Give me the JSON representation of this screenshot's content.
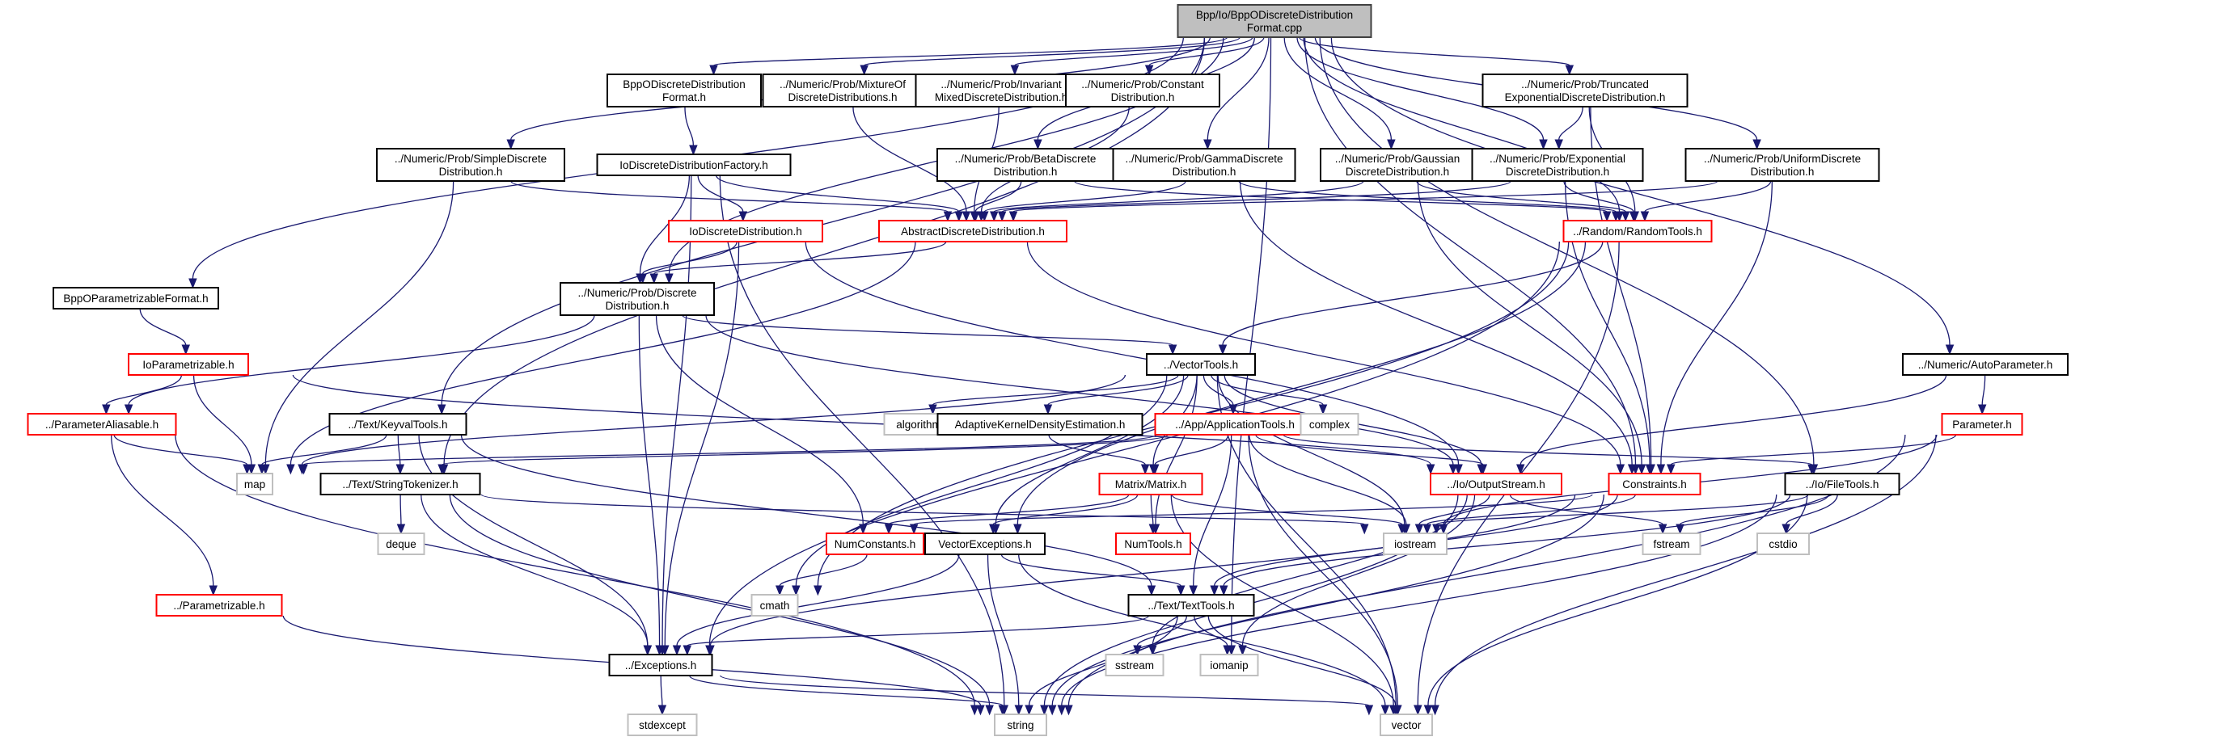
{
  "title": "Bpp/Io/BppODiscreteDistributionFormat.cpp include dependency graph",
  "colors": {
    "edge": "#191970",
    "root_fill": "#bfbfbf",
    "documented_border": "#000000",
    "truncated_border": "#ff0000",
    "system_border": "#bfbfbf"
  },
  "nodes": [
    {
      "id": "root",
      "label": [
        "Bpp/Io/BppODiscreteDistribution",
        "Format.cpp"
      ],
      "kind": "root"
    },
    {
      "id": "bppodf_h",
      "label": [
        "BppODiscreteDistribution",
        "Format.h"
      ],
      "kind": "doc"
    },
    {
      "id": "mixture",
      "label": [
        "../Numeric/Prob/MixtureOf",
        "DiscreteDistributions.h"
      ],
      "kind": "doc"
    },
    {
      "id": "invariant",
      "label": [
        "../Numeric/Prob/Invariant",
        "MixedDiscreteDistribution.h"
      ],
      "kind": "doc"
    },
    {
      "id": "constant",
      "label": [
        "../Numeric/Prob/Constant",
        "Distribution.h"
      ],
      "kind": "doc"
    },
    {
      "id": "truncexp",
      "label": [
        "../Numeric/Prob/Truncated",
        "ExponentialDiscreteDistribution.h"
      ],
      "kind": "doc"
    },
    {
      "id": "simple",
      "label": [
        "../Numeric/Prob/SimpleDiscrete",
        "Distribution.h"
      ],
      "kind": "doc"
    },
    {
      "id": "factory",
      "label": [
        "IoDiscreteDistributionFactory.h"
      ],
      "kind": "doc"
    },
    {
      "id": "beta",
      "label": [
        "../Numeric/Prob/BetaDiscrete",
        "Distribution.h"
      ],
      "kind": "doc"
    },
    {
      "id": "gamma",
      "label": [
        "../Numeric/Prob/GammaDiscrete",
        "Distribution.h"
      ],
      "kind": "doc"
    },
    {
      "id": "gaussian",
      "label": [
        "../Numeric/Prob/Gaussian",
        "DiscreteDistribution.h"
      ],
      "kind": "doc"
    },
    {
      "id": "exponential",
      "label": [
        "../Numeric/Prob/Exponential",
        "DiscreteDistribution.h"
      ],
      "kind": "doc"
    },
    {
      "id": "uniform",
      "label": [
        "../Numeric/Prob/UniformDiscrete",
        "Distribution.h"
      ],
      "kind": "doc"
    },
    {
      "id": "iodd",
      "label": [
        "IoDiscreteDistribution.h"
      ],
      "kind": "trunc"
    },
    {
      "id": "abstract",
      "label": [
        "AbstractDiscreteDistribution.h"
      ],
      "kind": "trunc"
    },
    {
      "id": "randomtools",
      "label": [
        "../Random/RandomTools.h"
      ],
      "kind": "trunc"
    },
    {
      "id": "bppopf",
      "label": [
        "BppOParametrizableFormat.h"
      ],
      "kind": "doc"
    },
    {
      "id": "discrete",
      "label": [
        "../Numeric/Prob/Discrete",
        "Distribution.h"
      ],
      "kind": "doc"
    },
    {
      "id": "ioparam",
      "label": [
        "IoParametrizable.h"
      ],
      "kind": "trunc"
    },
    {
      "id": "vectortools",
      "label": [
        "../VectorTools.h"
      ],
      "kind": "doc"
    },
    {
      "id": "autoparam",
      "label": [
        "../Numeric/AutoParameter.h"
      ],
      "kind": "doc"
    },
    {
      "id": "paramalias",
      "label": [
        "../ParameterAliasable.h"
      ],
      "kind": "trunc"
    },
    {
      "id": "keyval",
      "label": [
        "../Text/KeyvalTools.h"
      ],
      "kind": "doc"
    },
    {
      "id": "algorithm",
      "label": [
        "algorithm"
      ],
      "kind": "sys"
    },
    {
      "id": "akde",
      "label": [
        "AdaptiveKernelDensityEstimation.h"
      ],
      "kind": "doc"
    },
    {
      "id": "apptools",
      "label": [
        "../App/ApplicationTools.h"
      ],
      "kind": "trunc"
    },
    {
      "id": "complex",
      "label": [
        "complex"
      ],
      "kind": "sys"
    },
    {
      "id": "parameter",
      "label": [
        "Parameter.h"
      ],
      "kind": "trunc"
    },
    {
      "id": "map",
      "label": [
        "map"
      ],
      "kind": "sys"
    },
    {
      "id": "strtok",
      "label": [
        "../Text/StringTokenizer.h"
      ],
      "kind": "doc"
    },
    {
      "id": "matrix",
      "label": [
        "Matrix/Matrix.h"
      ],
      "kind": "trunc"
    },
    {
      "id": "outputstream",
      "label": [
        "../Io/OutputStream.h"
      ],
      "kind": "trunc"
    },
    {
      "id": "constraints",
      "label": [
        "Constraints.h"
      ],
      "kind": "trunc"
    },
    {
      "id": "filetools",
      "label": [
        "../Io/FileTools.h"
      ],
      "kind": "doc"
    },
    {
      "id": "deque",
      "label": [
        "deque"
      ],
      "kind": "sys"
    },
    {
      "id": "numconstants",
      "label": [
        "NumConstants.h"
      ],
      "kind": "trunc"
    },
    {
      "id": "vectorexc",
      "label": [
        "VectorExceptions.h"
      ],
      "kind": "doc"
    },
    {
      "id": "numtools",
      "label": [
        "NumTools.h"
      ],
      "kind": "trunc"
    },
    {
      "id": "iostream",
      "label": [
        "iostream"
      ],
      "kind": "sys"
    },
    {
      "id": "fstream",
      "label": [
        "fstream"
      ],
      "kind": "sys"
    },
    {
      "id": "cstdio",
      "label": [
        "cstdio"
      ],
      "kind": "sys"
    },
    {
      "id": "parametrizable",
      "label": [
        "../Parametrizable.h"
      ],
      "kind": "trunc"
    },
    {
      "id": "cmath",
      "label": [
        "cmath"
      ],
      "kind": "sys"
    },
    {
      "id": "texttools",
      "label": [
        "../Text/TextTools.h"
      ],
      "kind": "doc"
    },
    {
      "id": "exceptions",
      "label": [
        "../Exceptions.h"
      ],
      "kind": "doc"
    },
    {
      "id": "sstream",
      "label": [
        "sstream"
      ],
      "kind": "sys"
    },
    {
      "id": "iomanip",
      "label": [
        "iomanip"
      ],
      "kind": "sys"
    },
    {
      "id": "stdexcept",
      "label": [
        "stdexcept"
      ],
      "kind": "sys"
    },
    {
      "id": "string",
      "label": [
        "string"
      ],
      "kind": "sys"
    },
    {
      "id": "vector",
      "label": [
        "vector"
      ],
      "kind": "sys"
    }
  ],
  "edges": [
    [
      "root",
      "bppodf_h"
    ],
    [
      "root",
      "mixture"
    ],
    [
      "root",
      "invariant"
    ],
    [
      "root",
      "constant"
    ],
    [
      "root",
      "truncexp"
    ],
    [
      "root",
      "simple"
    ],
    [
      "root",
      "beta"
    ],
    [
      "root",
      "gamma"
    ],
    [
      "root",
      "gaussian"
    ],
    [
      "root",
      "exponential"
    ],
    [
      "root",
      "uniform"
    ],
    [
      "root",
      "randomtools"
    ],
    [
      "root",
      "bppopf"
    ],
    [
      "root",
      "discrete"
    ],
    [
      "root",
      "keyval"
    ],
    [
      "root",
      "strtok"
    ],
    [
      "root",
      "autoparam"
    ],
    [
      "root",
      "constraints"
    ],
    [
      "root",
      "filetools"
    ],
    [
      "root",
      "iomanip"
    ],
    [
      "bppodf_h",
      "factory"
    ],
    [
      "factory",
      "iodd"
    ],
    [
      "factory",
      "discrete"
    ],
    [
      "factory",
      "abstract"
    ],
    [
      "factory",
      "exceptions"
    ],
    [
      "factory",
      "string"
    ],
    [
      "simple",
      "abstract"
    ],
    [
      "simple",
      "map"
    ],
    [
      "mixture",
      "abstract"
    ],
    [
      "invariant",
      "abstract"
    ],
    [
      "constant",
      "abstract"
    ],
    [
      "beta",
      "abstract"
    ],
    [
      "beta",
      "randomtools"
    ],
    [
      "gamma",
      "abstract"
    ],
    [
      "gamma",
      "randomtools"
    ],
    [
      "gamma",
      "constraints"
    ],
    [
      "gaussian",
      "abstract"
    ],
    [
      "gaussian",
      "randomtools"
    ],
    [
      "gaussian",
      "constraints"
    ],
    [
      "exponential",
      "abstract"
    ],
    [
      "exponential",
      "randomtools"
    ],
    [
      "exponential",
      "constraints"
    ],
    [
      "truncexp",
      "exponential"
    ],
    [
      "truncexp",
      "randomtools"
    ],
    [
      "truncexp",
      "constraints"
    ],
    [
      "uniform",
      "abstract"
    ],
    [
      "uniform",
      "randomtools"
    ],
    [
      "uniform",
      "constraints"
    ],
    [
      "iodd",
      "discrete"
    ],
    [
      "iodd",
      "exceptions"
    ],
    [
      "iodd",
      "outputstream"
    ],
    [
      "abstract",
      "discrete"
    ],
    [
      "abstract",
      "constraints"
    ],
    [
      "abstract",
      "map"
    ],
    [
      "randomtools",
      "vectortools"
    ],
    [
      "randomtools",
      "exceptions"
    ],
    [
      "randomtools",
      "cmath"
    ],
    [
      "randomtools",
      "vectorexc"
    ],
    [
      "randomtools",
      "vector"
    ],
    [
      "bppopf",
      "ioparam"
    ],
    [
      "ioparam",
      "paramalias"
    ],
    [
      "ioparam",
      "map"
    ],
    [
      "ioparam",
      "outputstream"
    ],
    [
      "discrete",
      "paramalias"
    ],
    [
      "discrete",
      "vectortools"
    ],
    [
      "discrete",
      "exceptions"
    ],
    [
      "discrete",
      "numconstants"
    ],
    [
      "discrete",
      "outputstream"
    ],
    [
      "paramalias",
      "map"
    ],
    [
      "paramalias",
      "parametrizable"
    ],
    [
      "paramalias",
      "string"
    ],
    [
      "parametrizable",
      "string"
    ],
    [
      "keyval",
      "map"
    ],
    [
      "keyval",
      "strtok"
    ],
    [
      "keyval",
      "exceptions"
    ],
    [
      "keyval",
      "texttools"
    ],
    [
      "vectortools",
      "map"
    ],
    [
      "vectortools",
      "algorithm"
    ],
    [
      "vectortools",
      "akde"
    ],
    [
      "vectortools",
      "apptools"
    ],
    [
      "vectortools",
      "complex"
    ],
    [
      "vectortools",
      "matrix"
    ],
    [
      "vectortools",
      "numtools"
    ],
    [
      "vectortools",
      "vectorexc"
    ],
    [
      "vectortools",
      "outputstream"
    ],
    [
      "vectortools",
      "cmath"
    ],
    [
      "vectortools",
      "vector"
    ],
    [
      "vectortools",
      "iostream"
    ],
    [
      "akde",
      "matrix"
    ],
    [
      "apptools",
      "strtok"
    ],
    [
      "apptools",
      "map"
    ],
    [
      "apptools",
      "matrix"
    ],
    [
      "apptools",
      "iostream"
    ],
    [
      "apptools",
      "outputstream"
    ],
    [
      "apptools",
      "texttools"
    ],
    [
      "apptools",
      "filetools"
    ],
    [
      "apptools",
      "vector"
    ],
    [
      "autoparam",
      "parameter"
    ],
    [
      "autoparam",
      "outputstream"
    ],
    [
      "parameter",
      "constraints"
    ],
    [
      "parameter",
      "iostream"
    ],
    [
      "parameter",
      "string"
    ],
    [
      "parameter",
      "vector"
    ],
    [
      "strtok",
      "deque"
    ],
    [
      "strtok",
      "exceptions"
    ],
    [
      "strtok",
      "string"
    ],
    [
      "strtok",
      "iostream"
    ],
    [
      "matrix",
      "numconstants"
    ],
    [
      "matrix",
      "vectorexc"
    ],
    [
      "matrix",
      "numtools"
    ],
    [
      "matrix",
      "iostream"
    ],
    [
      "matrix",
      "vector"
    ],
    [
      "outputstream",
      "iostream"
    ],
    [
      "outputstream",
      "fstream"
    ],
    [
      "outputstream",
      "string"
    ],
    [
      "outputstream",
      "iomanip"
    ],
    [
      "outputstream",
      "sstream"
    ],
    [
      "constraints",
      "iostream"
    ],
    [
      "constraints",
      "numconstants"
    ],
    [
      "constraints",
      "texttools"
    ],
    [
      "constraints",
      "exceptions"
    ],
    [
      "constraints",
      "string"
    ],
    [
      "filetools",
      "cstdio"
    ],
    [
      "filetools",
      "fstream"
    ],
    [
      "filetools",
      "iostream"
    ],
    [
      "filetools",
      "vector"
    ],
    [
      "filetools",
      "string"
    ],
    [
      "filetools",
      "texttools"
    ],
    [
      "numconstants",
      "cmath"
    ],
    [
      "vectorexc",
      "exceptions"
    ],
    [
      "vectorexc",
      "string"
    ],
    [
      "vectorexc",
      "texttools"
    ],
    [
      "vectorexc",
      "vector"
    ],
    [
      "texttools",
      "exceptions"
    ],
    [
      "texttools",
      "sstream"
    ],
    [
      "texttools",
      "iomanip"
    ],
    [
      "texttools",
      "string"
    ],
    [
      "texttools",
      "vector"
    ],
    [
      "exceptions",
      "stdexcept"
    ],
    [
      "exceptions",
      "string"
    ],
    [
      "exceptions",
      "vector"
    ]
  ]
}
